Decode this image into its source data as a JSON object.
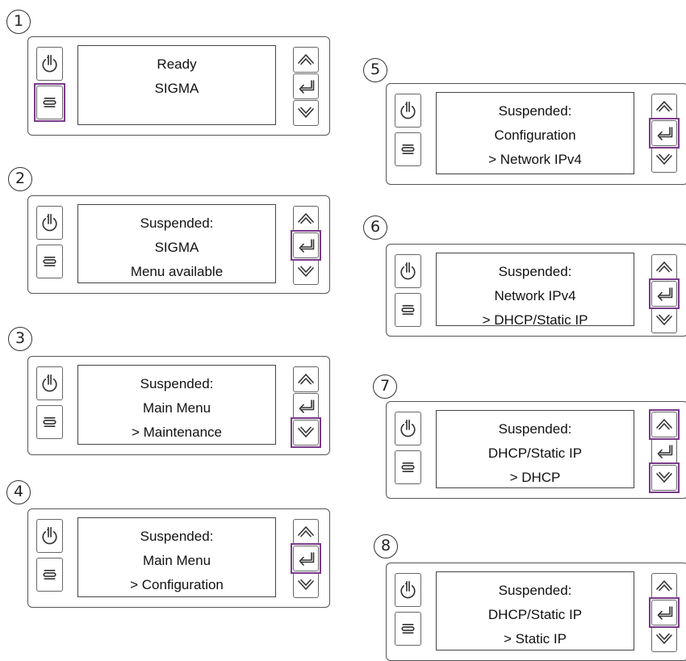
{
  "steps": [
    {
      "number": "1",
      "lines": [
        "Ready",
        "SIGMA",
        ""
      ],
      "highlight": [
        "menu"
      ]
    },
    {
      "number": "2",
      "lines": [
        "Suspended:",
        "SIGMA",
        "Menu available"
      ],
      "highlight": [
        "enter"
      ]
    },
    {
      "number": "3",
      "lines": [
        "Suspended:",
        "Main Menu",
        "> Maintenance"
      ],
      "highlight": [
        "down"
      ]
    },
    {
      "number": "4",
      "lines": [
        "Suspended:",
        "Main Menu",
        "> Configuration"
      ],
      "highlight": [
        "enter"
      ]
    },
    {
      "number": "5",
      "lines": [
        "Suspended:",
        "Configuration",
        "> Network IPv4"
      ],
      "highlight": [
        "enter"
      ]
    },
    {
      "number": "6",
      "lines": [
        "Suspended:",
        "Network IPv4",
        "> DHCP/Static IP"
      ],
      "highlight": [
        "enter"
      ]
    },
    {
      "number": "7",
      "lines": [
        "Suspended:",
        "DHCP/Static IP",
        "> DHCP"
      ],
      "highlight": [
        "up",
        "down"
      ]
    },
    {
      "number": "8",
      "lines": [
        "Suspended:",
        "DHCP/Static IP",
        "> Static IP"
      ],
      "highlight": [
        "enter"
      ]
    }
  ],
  "colors": {
    "highlight": "#7a3a8a",
    "outline": "#555555"
  },
  "icons": [
    "power-icon",
    "menu-icon",
    "up-arrow-icon",
    "enter-icon",
    "down-arrow-icon"
  ]
}
